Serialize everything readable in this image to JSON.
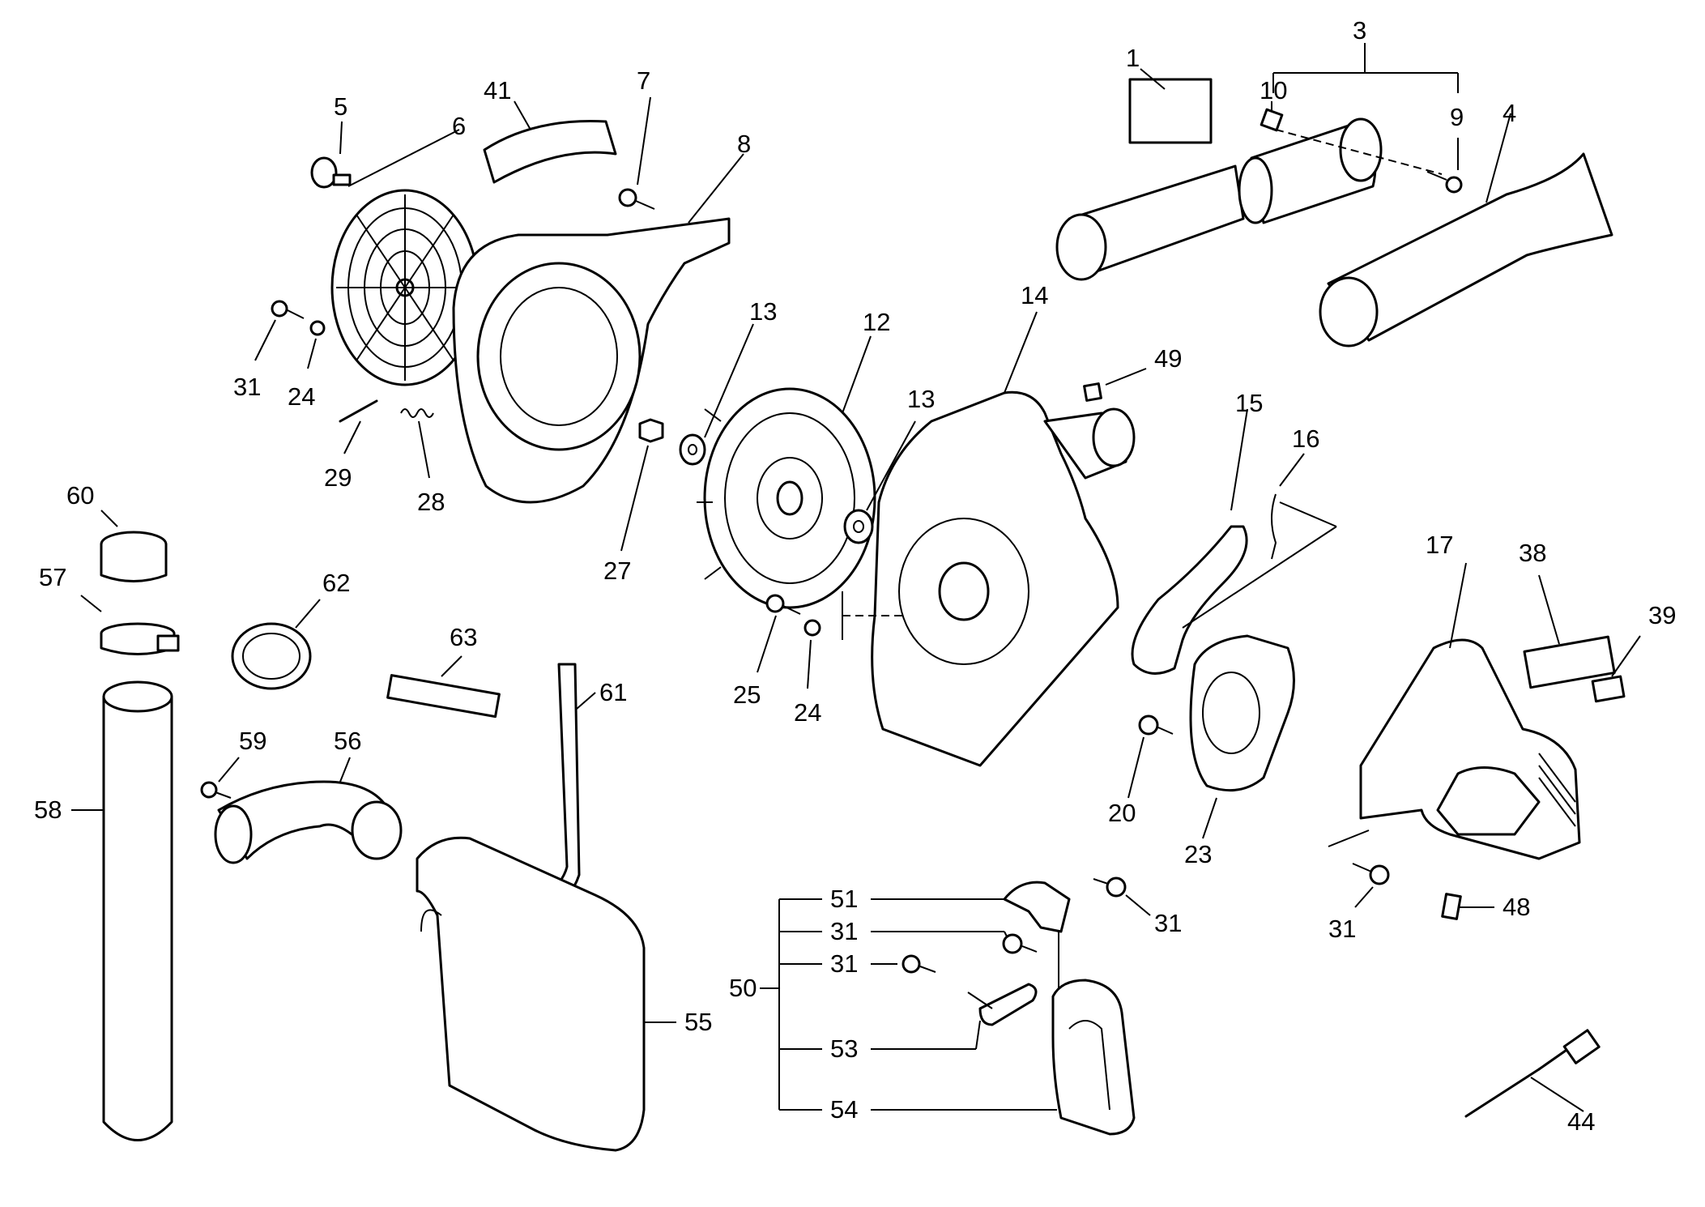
{
  "parts": {
    "p1": "1",
    "p3": "3",
    "p4": "4",
    "p5": "5",
    "p6": "6",
    "p7": "7",
    "p8": "8",
    "p9": "9",
    "p10": "10",
    "p12": "12",
    "p13a": "13",
    "p13b": "13",
    "p14": "14",
    "p15": "15",
    "p16": "16",
    "p17": "17",
    "p20": "20",
    "p23": "23",
    "p24a": "24",
    "p24b": "24",
    "p25": "25",
    "p27": "27",
    "p28": "28",
    "p29": "29",
    "p31a": "31",
    "p31b": "31",
    "p31c": "31",
    "p31d": "31",
    "p31e": "31",
    "p38": "38",
    "p39": "39",
    "p41": "41",
    "p44": "44",
    "p48": "48",
    "p49": "49",
    "p50": "50",
    "p51": "51",
    "p53": "53",
    "p54": "54",
    "p55": "55",
    "p56": "56",
    "p57": "57",
    "p58": "58",
    "p59": "59",
    "p60": "60",
    "p61": "61",
    "p62": "62",
    "p63": "63"
  }
}
